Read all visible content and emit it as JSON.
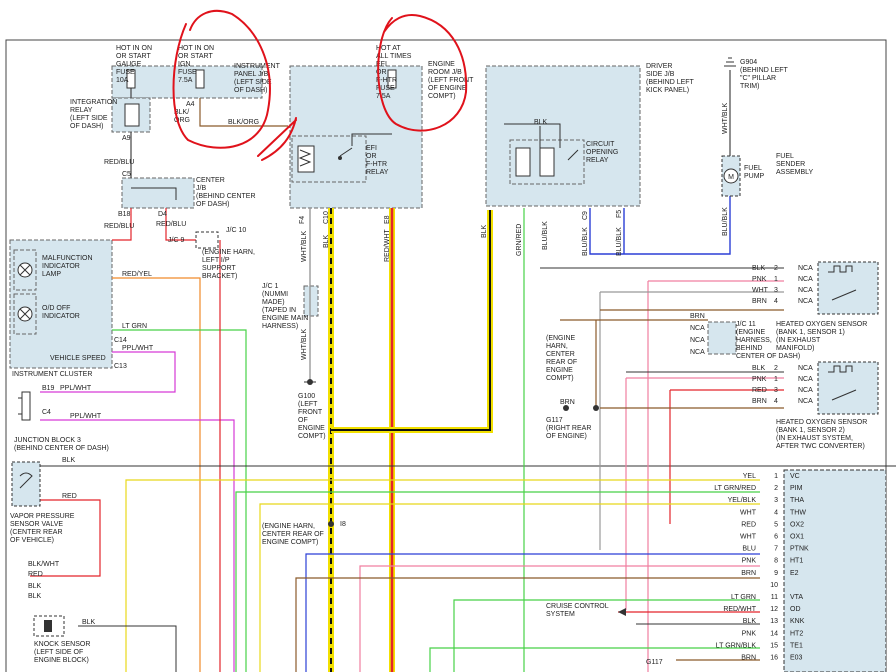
{
  "title_blocks": {
    "gauge_fuse": [
      "HOT IN ON",
      "OR START",
      "GAUGE",
      "FUSE",
      "10A"
    ],
    "ign_fuse": [
      "HOT IN ON",
      "OR START",
      "IGN",
      "FUSE",
      "7.5A"
    ],
    "instrument_panel_jb": [
      "INSTRUMENT",
      "PANEL J/B",
      "(LEFT SIDE",
      "OF DASH)"
    ],
    "efi_fuse": [
      "HOT AT",
      "ALL TIMES",
      "EFI",
      "OR",
      "F-HTR",
      "FUSE",
      "7.5A"
    ],
    "engine_room_jb": [
      "ENGINE",
      "ROOM J/B",
      "(LEFT FRONT",
      "OF ENGINE",
      "COMPT)"
    ],
    "driver_side_jb": [
      "DRIVER",
      "SIDE J/B",
      "(BEHIND LEFT",
      "KICK PANEL)"
    ],
    "g904": [
      "G904",
      "(BEHIND LEFT",
      "\"C\" PILLAR",
      "TRIM)"
    ]
  },
  "labels": {
    "integration_relay": [
      "INTEGRATION",
      "RELAY",
      "(LEFT SIDE",
      "OF DASH)"
    ],
    "center_jb": [
      "CENTER",
      "J/B",
      "(BEHIND CENTER",
      "OF DASH)"
    ],
    "efi_relay": [
      "EFI",
      "OR",
      "F-HTR",
      "RELAY"
    ],
    "circuit_opening_relay": [
      "CIRCUIT",
      "OPENING",
      "RELAY"
    ],
    "fuel_pump": [
      "FUEL",
      "PUMP"
    ],
    "fuel_sender": [
      "FUEL",
      "SENDER",
      "ASSEMBLY"
    ],
    "jc9": [
      "(ENGINE HARN,",
      "LEFT I/P",
      "SUPPORT",
      "BRACKET)"
    ],
    "jc1": [
      "J/C 1",
      "(NUMMI",
      "MADE)",
      "(TAPED IN",
      "ENGINE MAIN",
      "HARNESS)"
    ],
    "g100": [
      "G100",
      "(LEFT",
      "FRONT",
      "OF",
      "ENGINE",
      "COMPT)"
    ],
    "mil": [
      "MALFUNCTION",
      "INDICATOR",
      "LAMP"
    ],
    "od": [
      "O/D OFF",
      "INDICATOR"
    ],
    "vehicle_speed": "VEHICLE SPEED",
    "instrument_cluster": "INSTRUMENT CLUSTER",
    "junction_block3": [
      "JUNCTION BLOCK 3",
      "(BEHIND CENTER OF DASH)"
    ],
    "vapor": [
      "VAPOR PRESSURE",
      "SENSOR VALVE",
      "(CENTER REAR",
      "OF VEHICLE)"
    ],
    "knock": [
      "KNOCK SENSOR",
      "(LEFT SIDE OF",
      "ENGINE BLOCK)"
    ],
    "i8_center": [
      "(ENGINE HARN,",
      "CENTER REAR OF",
      "ENGINE COMPT)"
    ],
    "i8_right": [
      "(ENGINE",
      "HARN,",
      "CENTER",
      "REAR OF",
      "ENGINE",
      "COMPT)"
    ],
    "g117": [
      "G117",
      "(RIGHT REAR",
      "OF ENGINE)"
    ],
    "jc11": [
      "J/C 11",
      "(ENGINE",
      "HARNESS,",
      "BEHIND",
      "CENTER OF DASH)"
    ],
    "hos1": [
      "HEATED OXYGEN SENSOR",
      "(BANK 1, SENSOR 1)",
      "(IN EXHAUST",
      "MANIFOLD)"
    ],
    "hos2": [
      "HEATED OXYGEN SENSOR",
      "(BANK 1, SENSOR 2)",
      "(IN EXHAUST SYSTEM,",
      "AFTER TWC CONVERTER)"
    ],
    "cruise": [
      "CRUISE CONTROL",
      "SYSTEM"
    ]
  },
  "connectors": {
    "a4": "A4",
    "a9": "A9",
    "c5": "C5",
    "b18": "B18",
    "d4": "D4",
    "jc9": "J/C 9",
    "jc10": "J/C 10",
    "f4": "F4",
    "c10": "C10",
    "e8": "E8",
    "c14": "C14",
    "c13": "C13",
    "b19": "B19",
    "c4": "C4",
    "c9": "C9",
    "f5": "F5",
    "i8": "I8",
    "nca": "NCA",
    "g117": "G117"
  },
  "wires": {
    "blk_org": "BLK/\nORG",
    "blk_org2": "BLK/ORG",
    "red_blu": "RED/BLU",
    "wht_blk": "WHT/BLK",
    "blk": "BLK",
    "red_wht": "RED/WHT",
    "red_yel": "RED/YEL",
    "lt_grn": "LT GRN",
    "ppl_wht": "PPL/WHT",
    "red": "RED",
    "blk_wht": "BLK/WHT",
    "grn_red": "GRN/RED",
    "blu_blk": "BLU/BLK",
    "brn": "BRN",
    "pnk": "PNK",
    "wht": "WHT"
  },
  "ecm_pins": [
    {
      "n": "1",
      "name": "VC",
      "wire": "YEL",
      "color": "#e8d81a"
    },
    {
      "n": "2",
      "name": "PIM",
      "wire": "LT GRN/RED",
      "color": "#48d148"
    },
    {
      "n": "3",
      "name": "THA",
      "wire": "YEL/BLK",
      "color": "#e8d81a"
    },
    {
      "n": "4",
      "name": "THW",
      "wire": "WHT",
      "color": "#999999"
    },
    {
      "n": "5",
      "name": "OX2",
      "wire": "RED",
      "color": "#e3242b"
    },
    {
      "n": "6",
      "name": "OX1",
      "wire": "WHT",
      "color": "#999999"
    },
    {
      "n": "7",
      "name": "PTNK",
      "wire": "BLU",
      "color": "#2b3fd6"
    },
    {
      "n": "8",
      "name": "HT1",
      "wire": "PNK",
      "color": "#f07fa0"
    },
    {
      "n": "9",
      "name": "E2",
      "wire": "BRN",
      "color": "#8b5a2b"
    },
    {
      "n": "10",
      "name": "",
      "wire": "",
      "color": "#444444"
    },
    {
      "n": "11",
      "name": "VTA",
      "wire": "LT GRN",
      "color": "#48d148"
    },
    {
      "n": "12",
      "name": "OD",
      "wire": "RED/WHT",
      "color": "#e3242b"
    },
    {
      "n": "13",
      "name": "KNK",
      "wire": "BLK",
      "color": "#333333"
    },
    {
      "n": "14",
      "name": "HT2",
      "wire": "PNK",
      "color": "#f07fa0"
    },
    {
      "n": "15",
      "name": "TE1",
      "wire": "LT GRN/BLK",
      "color": "#48d148"
    },
    {
      "n": "16",
      "name": "E03",
      "wire": "BRN",
      "color": "#8b5a2b"
    }
  ],
  "hos1_pins": [
    {
      "n": "2",
      "wire": "BLK",
      "nca": "NCA"
    },
    {
      "n": "1",
      "wire": "PNK",
      "nca": "NCA"
    },
    {
      "n": "3",
      "wire": "WHT",
      "nca": "NCA"
    },
    {
      "n": "4",
      "wire": "BRN",
      "nca": "NCA"
    }
  ],
  "hos2_pins": [
    {
      "n": "2",
      "wire": "BLK",
      "nca": "NCA"
    },
    {
      "n": "1",
      "wire": "PNK",
      "nca": "NCA"
    },
    {
      "n": "3",
      "wire": "RED",
      "nca": "NCA"
    },
    {
      "n": "4",
      "wire": "BRN",
      "nca": "NCA"
    }
  ],
  "colors": {
    "panel": "#d6e6ee",
    "black": "#222222",
    "yellow": "#f2e000",
    "red": "#e3242b",
    "green": "#48d148",
    "blue": "#2b3fd6",
    "brown": "#8b5a2b",
    "pink": "#f07fa0",
    "magenta": "#d63ad6",
    "orange": "#f08a2a",
    "gray": "#999999",
    "annotation": "#e0121b"
  }
}
